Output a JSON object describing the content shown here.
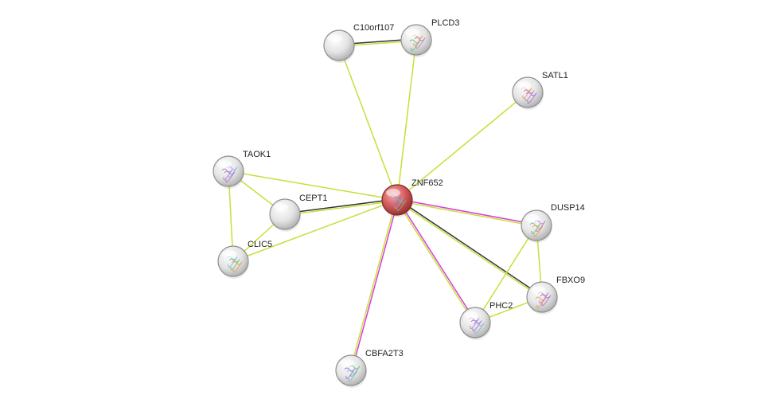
{
  "nodes": [
    {
      "id": "ZNF652",
      "label": "ZNF652",
      "query": true,
      "structure": true
    },
    {
      "id": "C10orf107",
      "label": "C10orf107",
      "query": false,
      "structure": false
    },
    {
      "id": "PLCD3",
      "label": "PLCD3",
      "query": false,
      "structure": true
    },
    {
      "id": "SATL1",
      "label": "SATL1",
      "query": false,
      "structure": true
    },
    {
      "id": "TAOK1",
      "label": "TAOK1",
      "query": false,
      "structure": true
    },
    {
      "id": "CEPT1",
      "label": "CEPT1",
      "query": false,
      "structure": false
    },
    {
      "id": "CLIC5",
      "label": "CLIC5",
      "query": false,
      "structure": true
    },
    {
      "id": "DUSP14",
      "label": "DUSP14",
      "query": false,
      "structure": true
    },
    {
      "id": "FBXO9",
      "label": "FBXO9",
      "query": false,
      "structure": true
    },
    {
      "id": "PHC2",
      "label": "PHC2",
      "query": false,
      "structure": true
    },
    {
      "id": "CBFA2T3",
      "label": "CBFA2T3",
      "query": false,
      "structure": true
    }
  ],
  "edges": [
    {
      "source": "C10orf107",
      "target": "PLCD3",
      "evidence": [
        "coexpression",
        "textmining"
      ]
    },
    {
      "source": "C10orf107",
      "target": "ZNF652",
      "evidence": [
        "textmining"
      ]
    },
    {
      "source": "PLCD3",
      "target": "ZNF652",
      "evidence": [
        "textmining"
      ]
    },
    {
      "source": "SATL1",
      "target": "ZNF652",
      "evidence": [
        "textmining"
      ]
    },
    {
      "source": "TAOK1",
      "target": "ZNF652",
      "evidence": [
        "textmining"
      ]
    },
    {
      "source": "TAOK1",
      "target": "CEPT1",
      "evidence": [
        "textmining"
      ]
    },
    {
      "source": "TAOK1",
      "target": "CLIC5",
      "evidence": [
        "textmining"
      ]
    },
    {
      "source": "CEPT1",
      "target": "CLIC5",
      "evidence": [
        "textmining"
      ]
    },
    {
      "source": "CEPT1",
      "target": "ZNF652",
      "evidence": [
        "coexpression",
        "textmining"
      ]
    },
    {
      "source": "CLIC5",
      "target": "ZNF652",
      "evidence": [
        "textmining"
      ]
    },
    {
      "source": "ZNF652",
      "target": "DUSP14",
      "evidence": [
        "experiments",
        "textmining"
      ]
    },
    {
      "source": "ZNF652",
      "target": "FBXO9",
      "evidence": [
        "coexpression",
        "textmining"
      ]
    },
    {
      "source": "ZNF652",
      "target": "PHC2",
      "evidence": [
        "experiments",
        "textmining"
      ]
    },
    {
      "source": "ZNF652",
      "target": "CBFA2T3",
      "evidence": [
        "experiments",
        "textmining"
      ]
    },
    {
      "source": "DUSP14",
      "target": "FBXO9",
      "evidence": [
        "textmining"
      ]
    },
    {
      "source": "DUSP14",
      "target": "PHC2",
      "evidence": [
        "textmining"
      ]
    },
    {
      "source": "PHC2",
      "target": "FBXO9",
      "evidence": [
        "textmining"
      ]
    }
  ],
  "evidence_colors": {
    "textmining": "#c6e03a",
    "coexpression": "#333333",
    "experiments": "#d93cd9"
  },
  "node_colors": {
    "query": "#e05a5a",
    "default": "#e6e6e6"
  }
}
